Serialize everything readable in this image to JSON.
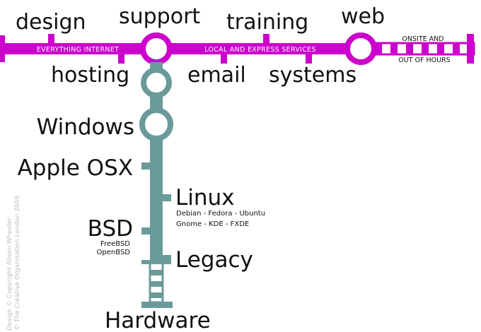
{
  "colors": {
    "magenta_line": "#cc00cc",
    "teal_line": "#6a9a99",
    "text": "#111111",
    "credit": "#bdbdbd"
  },
  "top_line": {
    "labels_above": [
      "design",
      "support",
      "training",
      "web"
    ],
    "labels_below": [
      "hosting",
      "email",
      "systems"
    ],
    "band_left": "EVERYTHING INTERNET",
    "band_right": "LOCAL AND EXPRESS SERVICES",
    "extension_note_line1": "ONSITE AND",
    "extension_note_line2": "OUT OF HOURS"
  },
  "vertical_line": {
    "stations": [
      {
        "label": "Windows"
      },
      {
        "label": "Apple OSX"
      },
      {
        "label": "Linux",
        "sub": [
          "Debian - Fedora - Ubuntu",
          "Gnome - KDE - FXDE"
        ]
      },
      {
        "label": "BSD",
        "sub": [
          "FreeBSD",
          "OpenBSD"
        ]
      },
      {
        "label": "Legacy"
      },
      {
        "label": "Hardware"
      }
    ]
  },
  "credit": {
    "line1": "Design © Copyright Alison Wheeler",
    "line2": "© The Creative Organisation London 2009"
  }
}
